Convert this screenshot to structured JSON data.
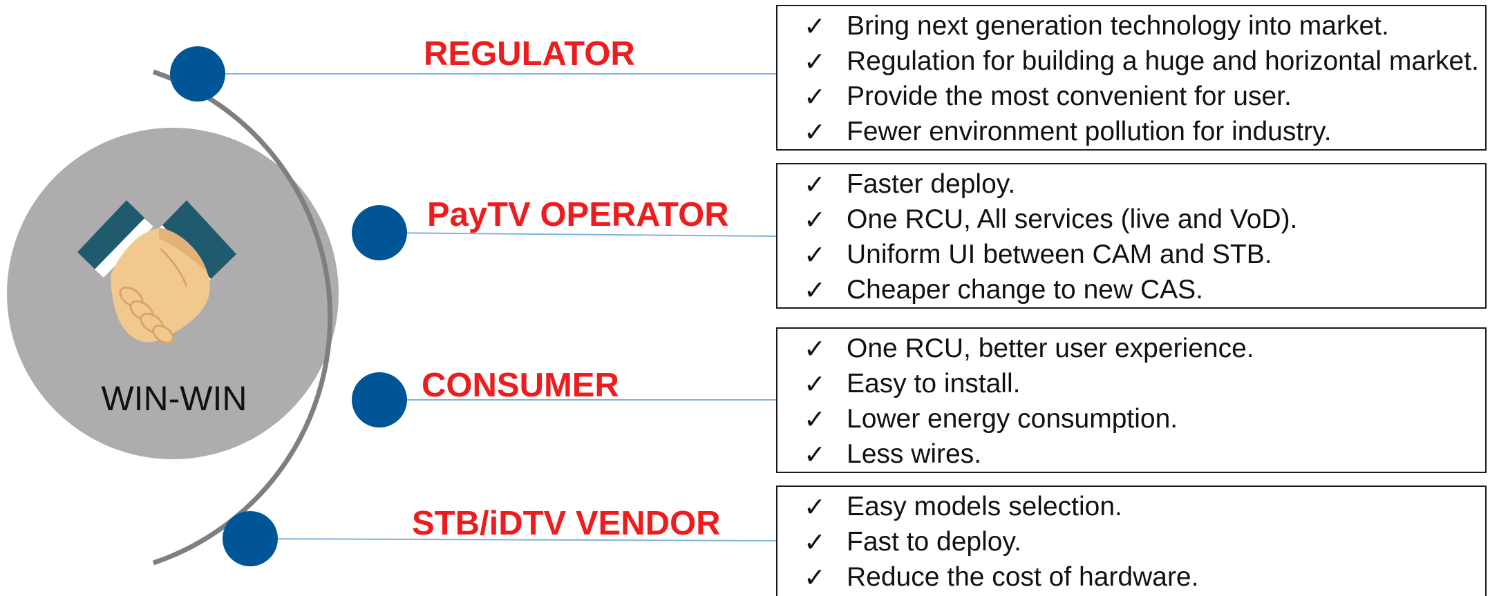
{
  "center": {
    "label": "WIN-WIN",
    "icon": "handshake-icon",
    "circle_color": "#aeacac"
  },
  "colors": {
    "node": "#005596",
    "arc": "#7f7f7f",
    "connector": "#7fb2e0",
    "stakeholder_text": "#ee1c1c"
  },
  "stakeholders": [
    {
      "name": "REGULATOR",
      "benefits": [
        "Bring next generation technology into market.",
        "Regulation for building a huge and horizontal market.",
        "Provide the most convenient for user.",
        "Fewer environment pollution for industry."
      ]
    },
    {
      "name": "PayTV OPERATOR",
      "benefits": [
        "Faster deploy.",
        "One RCU, All services (live and VoD).",
        "Uniform UI between CAM and STB.",
        "Cheaper change to new CAS."
      ]
    },
    {
      "name": "CONSUMER",
      "benefits": [
        "One RCU, better user experience.",
        "Easy to install.",
        "Lower energy consumption.",
        "Less wires."
      ]
    },
    {
      "name": "STB/iDTV VENDOR",
      "benefits": [
        "Easy models selection.",
        "Fast to deploy.",
        "Reduce the cost of hardware."
      ]
    }
  ],
  "check_symbol": "✓"
}
